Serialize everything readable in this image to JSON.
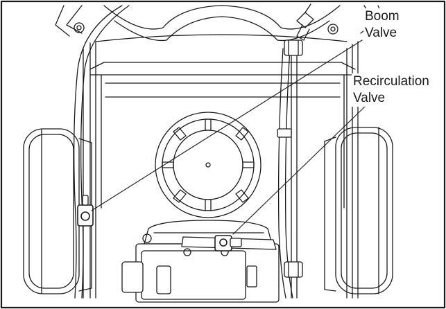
{
  "callouts": {
    "boom_valve": {
      "line1": "Boom",
      "line2": "Valve"
    },
    "recirculation_valve": {
      "line1": "Recirculation",
      "line2": "Valve"
    }
  },
  "colors": {
    "ink": "#1a1a1a",
    "paper": "#ffffff"
  }
}
